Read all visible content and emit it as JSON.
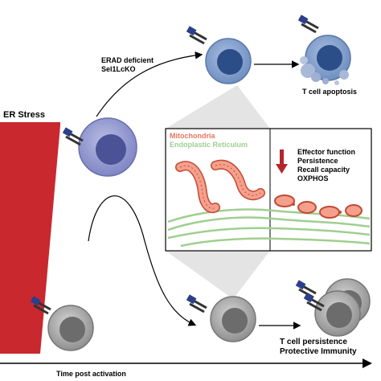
{
  "labels": {
    "er_stress": "ER Stress",
    "erad_line1": "ERAD deficient",
    "erad_line2": "Sel1LcKO",
    "apoptosis": "T cell apoptosis",
    "persistence_line1": "T cell persistence",
    "persistence_line2": "Protective Immunity",
    "time_axis": "Time post activation"
  },
  "inset": {
    "mitochondria": "Mitochondria",
    "er": "Endoplastic Reticulum",
    "effects": [
      "Effector function",
      "Persistence",
      "Recall capacity",
      "OXPHOS"
    ]
  },
  "colors": {
    "er_stress_wedge": "#c8282e",
    "stressed_cell": "#7f86c4",
    "stressed_cell_light": "#a3a8d8",
    "nucleus": "#4b5296",
    "erad_cell": "#6f8fc1",
    "erad_nucleus": "#2c4e88",
    "normal_cell": "#8f8f8f",
    "normal_cell_light": "#bcbcbc",
    "mitochondria": "#e8765f",
    "er_membrane": "#9fcf8f",
    "down_arrow": "#b3262b"
  }
}
